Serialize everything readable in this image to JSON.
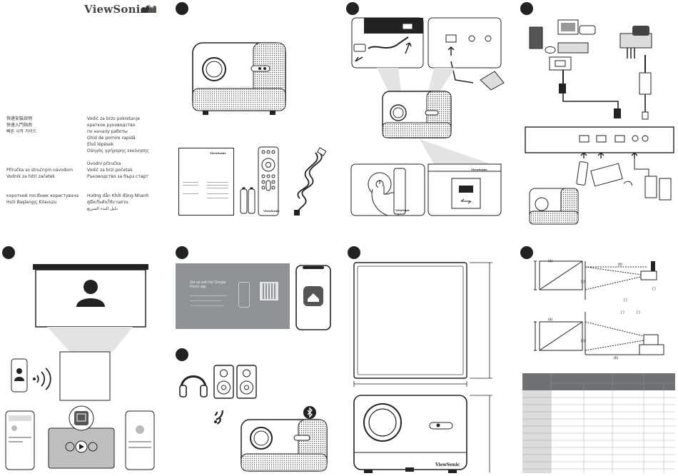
{
  "brand": {
    "name": "ViewSonic",
    "reg": "®"
  },
  "languages_left": [
    "快速安裝說明",
    "快速入門指南",
    "빠른 시작 가이드",
    "",
    "",
    "",
    "",
    "",
    "Příručka so stručným návodom",
    "Vodnik za hitri začetek",
    "",
    "",
    "короткий посібник користувача",
    "Hızlı Başlangıç Kılavuzu"
  ],
  "languages_right": [
    "Vodič za brzo pokretanje",
    "краткое руководство",
    "по началу работы",
    "Ghid de pornire rapidă",
    "Első lépések",
    "Οδηγός γρήγορης εκκίνησης",
    "",
    "Úvodní příručka",
    "Vodič za brzi početak",
    "Ръководство за бърз старт",
    "",
    "",
    "Hướng dẫn Khởi động Nhanh",
    "คู่มือเริ่มต้นใช้งานด่วน",
    "دليل البدء السريع"
  ],
  "google_panel": {
    "heading": "Set up with the Google Home app"
  },
  "labels": {
    "a": "(a)",
    "b": "(b)",
    "c": "(c)",
    "paren": "( )"
  },
  "icons": {
    "bluetooth": "bluetooth-icon",
    "wifi": "wifi-icon",
    "cast": "cast-icon",
    "home": "google-home-icon"
  },
  "colors": {
    "ink": "#222222",
    "gray_panel": "#8f9295",
    "light_gray": "#d9d9d9",
    "table_header": "#6f7275"
  }
}
